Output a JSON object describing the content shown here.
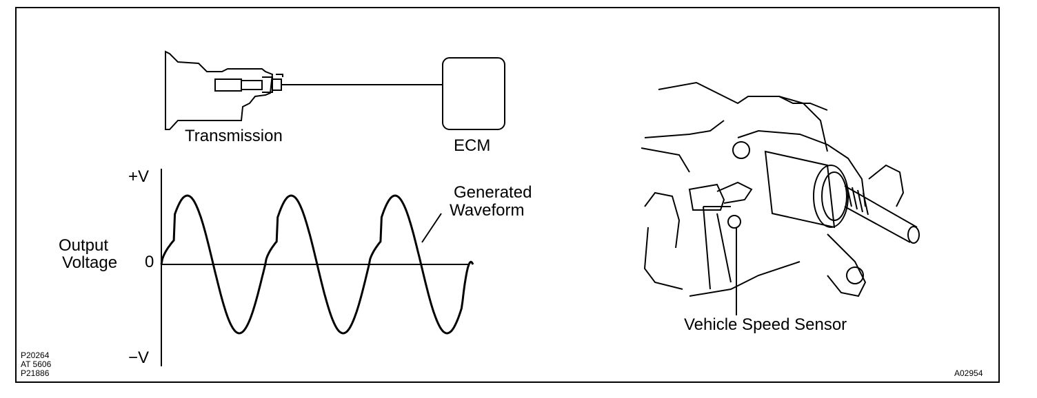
{
  "top_diagram": {
    "transmission_label": "Transmission",
    "ecm_label": "ECM"
  },
  "waveform": {
    "y_axis_pos_label": "+V",
    "y_axis_zero_label": "0",
    "y_axis_neg_label": "−V",
    "y_axis_title_line1": "Output",
    "y_axis_title_line2": "Voltage",
    "callout_line1": "Generated",
    "callout_line2": "Waveform"
  },
  "sensor_illustration": {
    "callout": "Vehicle Speed Sensor"
  },
  "figure_codes": {
    "left": [
      "P20264",
      "AT 5606",
      "P21886"
    ],
    "right": "A02954"
  }
}
